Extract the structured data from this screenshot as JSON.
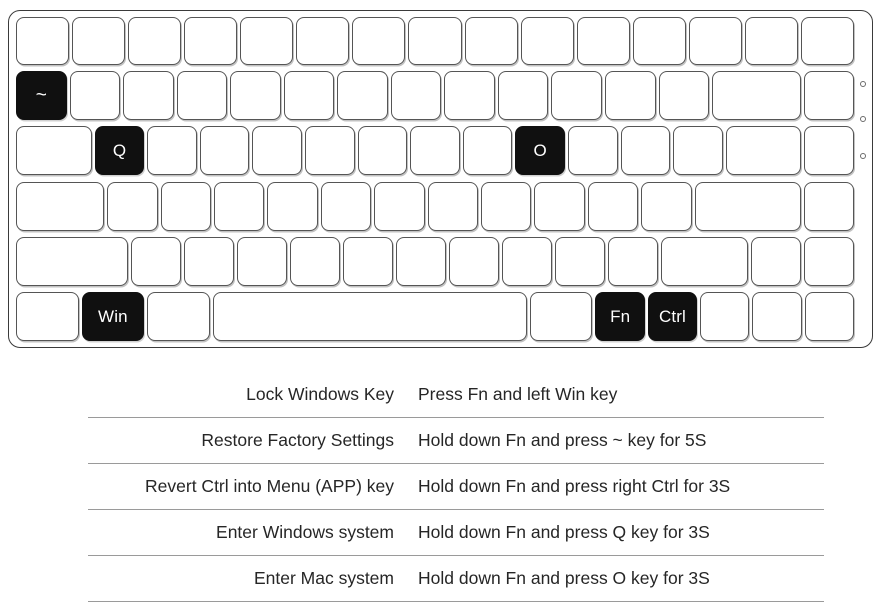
{
  "keyboard": {
    "highlighted_keys": [
      "~",
      "Q",
      "O",
      "Win",
      "Fn",
      "Ctrl"
    ],
    "labels": {
      "tilde": "~",
      "q": "Q",
      "o": "O",
      "win": "Win",
      "fn": "Fn",
      "ctrl": "Ctrl"
    },
    "indicator_leds": 3,
    "colors": {
      "key_fill": "#ffffff",
      "key_border": "#555555",
      "highlight_fill": "#101010",
      "highlight_text": "#ffffff",
      "case_border": "#3a3a3a"
    }
  },
  "table": {
    "rows": [
      {
        "action": "Lock Windows Key",
        "method": "Press Fn and left Win key"
      },
      {
        "action": "Restore Factory Settings",
        "method": "Hold down Fn and press  ~  key for 5S"
      },
      {
        "action": "Revert Ctrl into Menu (APP) key",
        "method": "Hold down Fn and press right Ctrl for 3S"
      },
      {
        "action": "Enter Windows system",
        "method": "Hold down Fn and press Q key for 3S"
      },
      {
        "action": "Enter Mac system",
        "method": "Hold down Fn and press O key for 3S"
      }
    ]
  }
}
